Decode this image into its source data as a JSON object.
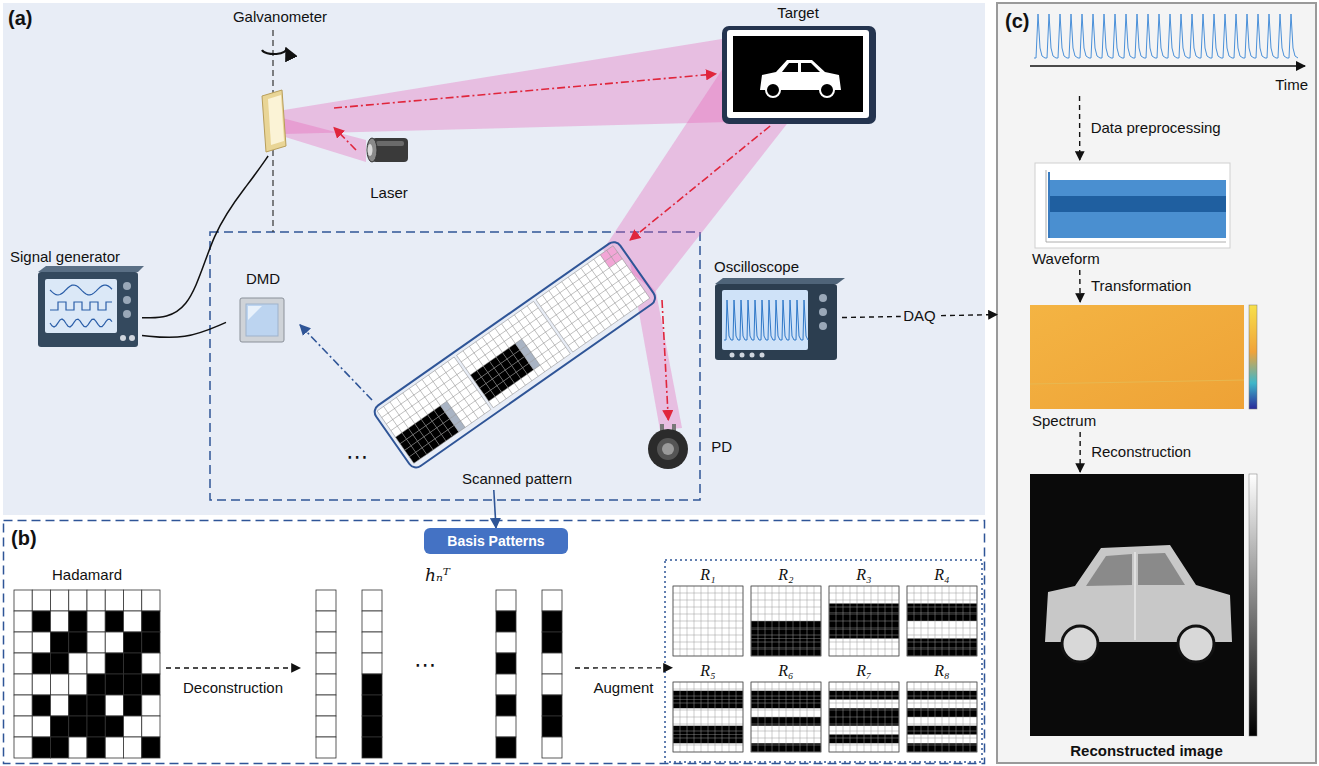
{
  "diagram": {
    "nodes": [
      {
        "text": [
          "(a)"
        ]
      },
      {
        "text": [
          "Galvanometer"
        ],
        "in": 0
      },
      {
        "text": [
          "Target"
        ],
        "in": 0
      },
      {
        "text": [
          "Laser"
        ],
        "in": 0
      },
      {
        "text": [
          "Signal generator"
        ],
        "in": 0
      },
      {
        "text": [
          "DMD"
        ],
        "in": 0
      },
      {
        "text": [
          "Scanned pattern"
        ],
        "in": 0
      },
      {
        "text": [
          "PD"
        ],
        "in": 0
      },
      {
        "text": [
          "Oscilloscope"
        ],
        "in": 0
      },
      {
        "text": [
          "(b)"
        ]
      },
      {
        "text": [
          "Basis Patterns"
        ],
        "in": 9
      },
      {
        "text": [
          "Hadamard"
        ],
        "in": 9
      },
      {
        "text": [
          "hₙᵀ"
        ],
        "in": 9
      },
      {
        "text": [
          "R₁"
        ],
        "in": 9
      },
      {
        "text": [
          "R₂"
        ],
        "in": 9
      },
      {
        "text": [
          "R₃"
        ],
        "in": 9
      },
      {
        "text": [
          "R₄"
        ],
        "in": 9
      },
      {
        "text": [
          "R₅"
        ],
        "in": 9
      },
      {
        "text": [
          "R₆"
        ],
        "in": 9
      },
      {
        "text": [
          "R₇"
        ],
        "in": 9
      },
      {
        "text": [
          "R₈"
        ],
        "in": 9
      },
      {
        "text": [
          "(c)"
        ]
      },
      {
        "text": [
          "Time"
        ],
        "in": 21
      },
      {
        "text": [
          "Waveform"
        ],
        "in": 21
      },
      {
        "text": [
          "Spectrum"
        ],
        "in": 21
      },
      {
        "text": [
          "Reconstructed image"
        ],
        "in": 21
      }
    ],
    "edges": [
      {
        "from": 3,
        "to": 1,
        "arrow": "to"
      },
      {
        "from": 1,
        "to": 2,
        "arrow": "to"
      },
      {
        "from": 2,
        "to": 6,
        "arrow": "to"
      },
      {
        "from": 6,
        "to": 7,
        "arrow": "to"
      },
      {
        "from": 6,
        "to": 5,
        "arrow": "to"
      },
      {
        "from": 4,
        "to": 1,
        "arrow": "none"
      },
      {
        "from": 4,
        "to": 5,
        "arrow": "none"
      },
      {
        "from": 8,
        "to": 21,
        "label": "DAQ",
        "arrow": "to"
      },
      {
        "from": 6,
        "to": 10,
        "arrow": "to"
      },
      {
        "from": 11,
        "to": 12,
        "label": "Deconstruction",
        "arrow": "to"
      },
      {
        "from": 12,
        "to": 17,
        "label": "Augment",
        "arrow": "to"
      },
      {
        "from": 22,
        "to": 23,
        "label": "Data preprocessing",
        "arrow": "to"
      },
      {
        "from": 23,
        "to": 24,
        "label": "Transformation",
        "arrow": "to"
      },
      {
        "from": 24,
        "to": 25,
        "label": "Reconstruction",
        "arrow": "to"
      }
    ],
    "labels": [
      "⋯",
      "⋯"
    ]
  }
}
